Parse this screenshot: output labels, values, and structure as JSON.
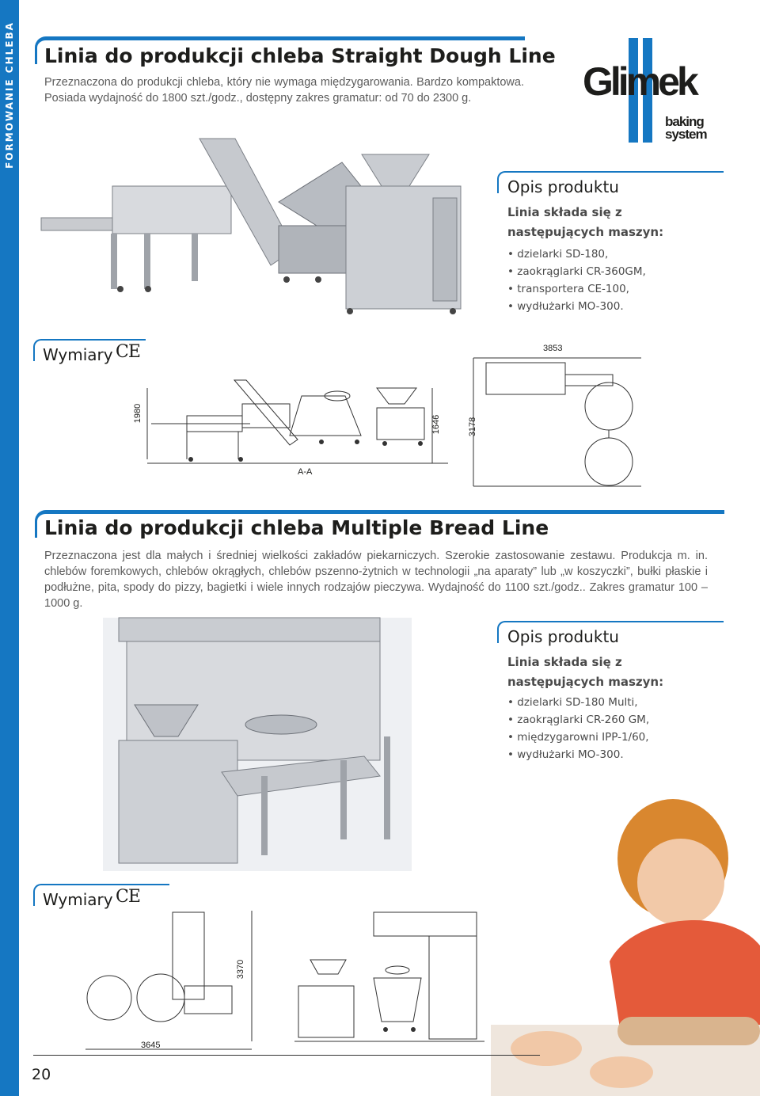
{
  "sidebar": {
    "label": "FORMOWANIE CHLEBA",
    "color": "#1577c2"
  },
  "logo": {
    "brand": "Glimek",
    "tagline_1": "baking",
    "tagline_2": "system"
  },
  "section1": {
    "title": "Linia do produkcji chleba Straight Dough Line",
    "description": "Przeznaczona do produkcji chleba, który nie wymaga międzygarowania. Bardzo kompaktowa. Posiada wydajność do 1800 szt./godz., dostępny zakres gramatur: od 70 do 2300 g.",
    "opis": {
      "title": "Opis produktu",
      "lead": "Linia składa się z następujących maszyn:",
      "items": [
        "dzielarki SD-180,",
        "zaokrąglarki CR-360GM,",
        "transportera CE-100,",
        "wydłużarki MO-300."
      ]
    },
    "wymiary": {
      "title": "Wymiary",
      "ce": "CE",
      "dims": {
        "width": "3853",
        "height": "1980",
        "mid": "1646",
        "depth": "3178",
        "section": "A-A"
      }
    }
  },
  "section2": {
    "title": "Linia do produkcji chleba Multiple Bread Line",
    "description": "Przeznaczona jest dla małych i średniej wielkości zakładów piekarniczych. Szerokie zastosowanie zestawu. Produkcja m. in. chlebów foremkowych, chlebów okrągłych, chlebów pszenno-żytnich w technologii „na aparaty” lub „w koszyczki”, bułki płaskie i podłużne, pita, spody do pizzy, bagietki i wiele innych rodzajów pieczywa. Wydajność do 1100 szt./godz.. Zakres gramatur 100 – 1000 g.",
    "opis": {
      "title": "Opis produktu",
      "lead": "Linia składa się z następujących maszyn:",
      "items": [
        "dzielarki SD-180 Multi,",
        "zaokrąglarki CR-260 GM,",
        "międzygarowni IPP-1/60,",
        "wydłużarki MO-300."
      ]
    },
    "wymiary": {
      "title": "Wymiary",
      "ce": "CE",
      "dims": {
        "height": "3370",
        "width": "3645"
      }
    }
  },
  "page_number": "20"
}
